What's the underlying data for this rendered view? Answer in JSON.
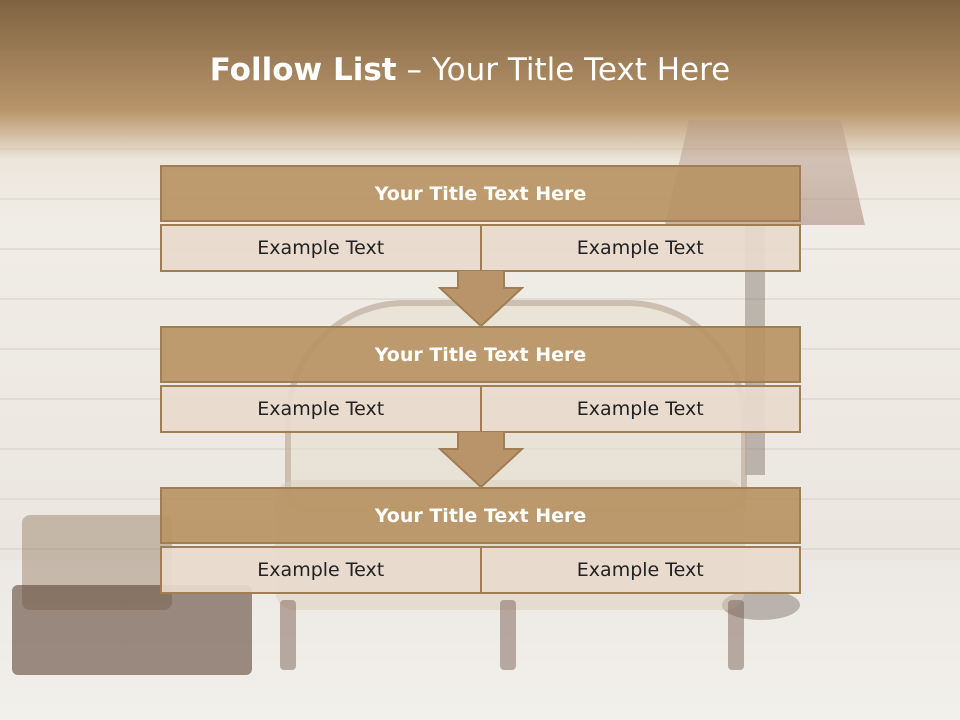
{
  "title": {
    "bold": "Follow List",
    "rest": " – Your Title Text Here"
  },
  "blocks": [
    {
      "heading": "Your Title Text Here",
      "cells": [
        "Example Text",
        "Example Text"
      ]
    },
    {
      "heading": "Your Title Text Here",
      "cells": [
        "Example Text",
        "Example Text"
      ]
    },
    {
      "heading": "Your Title Text Here",
      "cells": [
        "Example Text",
        "Example Text"
      ]
    }
  ],
  "colors": {
    "accent": "#b9946a",
    "border": "#a07d52",
    "cell": "#e8dacd"
  }
}
